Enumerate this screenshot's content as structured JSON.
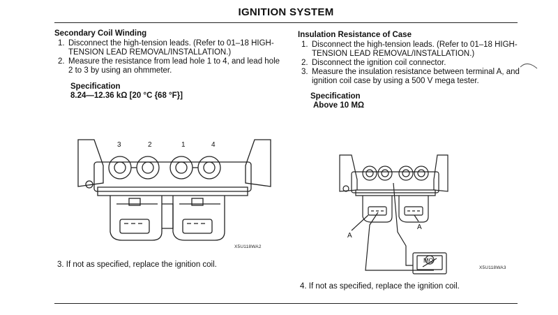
{
  "header": {
    "title": "IGNITION SYSTEM"
  },
  "left": {
    "heading": "Secondary Coil Winding",
    "steps": [
      {
        "num": "1.",
        "text": "Disconnect the high-tension leads. (Refer to 01–18 HIGH-TENSION LEAD REMOVAL/INSTALLATION.)"
      },
      {
        "num": "2.",
        "text": "Measure the resistance from lead hole 1 to 4, and lead hole 2 to 3 by using an ohmmeter."
      }
    ],
    "spec_label": "Specification",
    "spec_value": "8.24—12.36 kΩ [20 °C {68 °F}]",
    "figure": {
      "labels": [
        "3",
        "2",
        "1",
        "4"
      ],
      "code": "X5U118WA2"
    },
    "note": {
      "num": "3.",
      "text": "If not as specified, replace the ignition coil."
    }
  },
  "right": {
    "heading": "Insulation Resistance of Case",
    "steps": [
      {
        "num": "1.",
        "text": "Disconnect the high-tension leads. (Refer to 01–18 HIGH-TENSION LEAD REMOVAL/INSTALLATION.)"
      },
      {
        "num": "2.",
        "text": "Disconnect the ignition coil connector."
      },
      {
        "num": "3.",
        "text": "Measure the insulation resistance between terminal A, and ignition coil case by using a 500 V mega tester."
      }
    ],
    "spec_label": "Specification",
    "spec_value": "Above 10 MΩ",
    "figure": {
      "label_a_left": "A",
      "label_a_right": "A",
      "meter_label": "MΩ",
      "code": "X5U118WA3"
    },
    "note": {
      "num": "4.",
      "text": "If not as specified, replace the ignition coil."
    }
  }
}
